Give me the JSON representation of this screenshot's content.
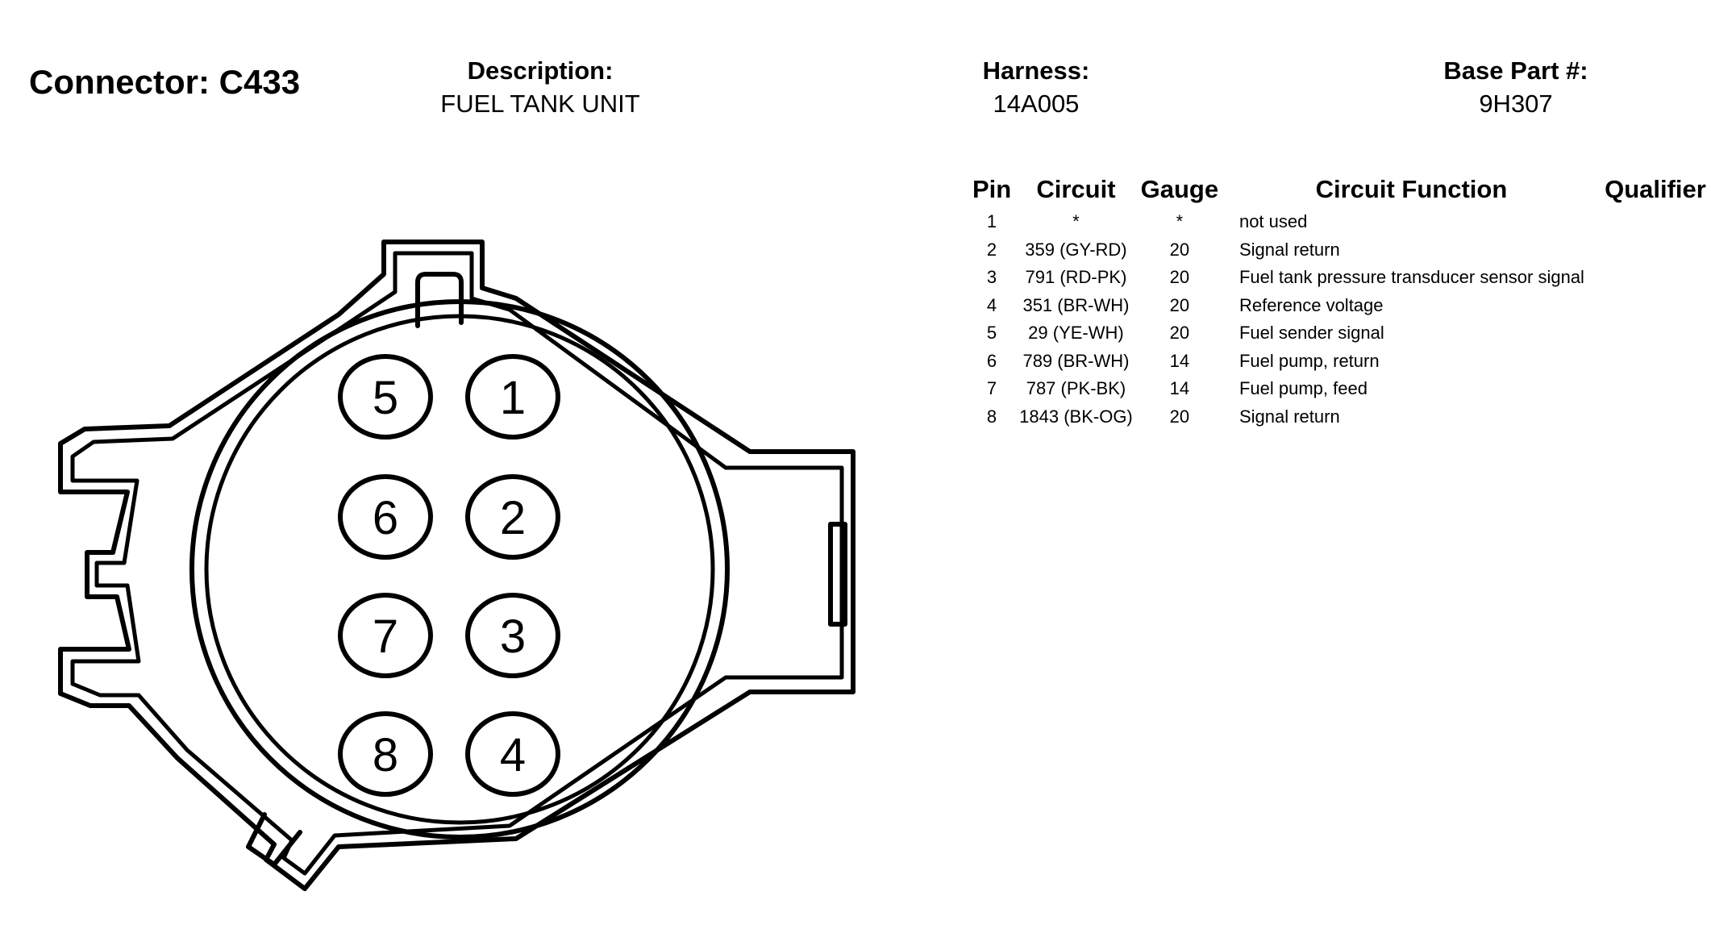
{
  "header": {
    "connector_title": "Connector: C433",
    "description_label": "Description:",
    "description_value": "FUEL TANK UNIT",
    "harness_label": "Harness:",
    "harness_value": "14A005",
    "base_part_label": "Base Part #:",
    "base_part_value": "9H307"
  },
  "table": {
    "headers": {
      "pin": "Pin",
      "circuit": "Circuit",
      "gauge": "Gauge",
      "function": "Circuit Function",
      "qualifier": "Qualifier"
    },
    "rows": [
      {
        "pin": "1",
        "circuit": "*",
        "gauge": "*",
        "function": "not used",
        "qualifier": ""
      },
      {
        "pin": "2",
        "circuit": "359 (GY-RD)",
        "gauge": "20",
        "function": "Signal return",
        "qualifier": ""
      },
      {
        "pin": "3",
        "circuit": "791 (RD-PK)",
        "gauge": "20",
        "function": "Fuel tank pressure transducer sensor signal",
        "qualifier": ""
      },
      {
        "pin": "4",
        "circuit": "351 (BR-WH)",
        "gauge": "20",
        "function": "Reference voltage",
        "qualifier": ""
      },
      {
        "pin": "5",
        "circuit": "29 (YE-WH)",
        "gauge": "20",
        "function": "Fuel sender signal",
        "qualifier": ""
      },
      {
        "pin": "6",
        "circuit": "789 (BR-WH)",
        "gauge": "14",
        "function": "Fuel pump, return",
        "qualifier": ""
      },
      {
        "pin": "7",
        "circuit": "787 (PK-BK)",
        "gauge": "14",
        "function": "Fuel pump, feed",
        "qualifier": ""
      },
      {
        "pin": "8",
        "circuit": "1843 (BK-OG)",
        "gauge": "20",
        "function": "Signal return",
        "qualifier": ""
      }
    ]
  },
  "connector_diagram": {
    "pin_labels": [
      "1",
      "2",
      "3",
      "4",
      "5",
      "6",
      "7",
      "8"
    ]
  }
}
